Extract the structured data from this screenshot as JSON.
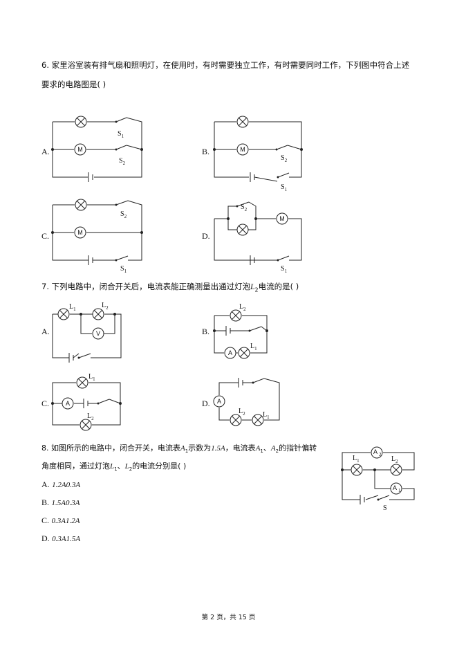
{
  "q6": {
    "text_line1": "6. 家里浴室装有排气扇和照明灯，在使用时，有时需要独立工作，有时需要同时工作，下列图中符合上述",
    "text_line2": "要求的电路图是(    )",
    "options": [
      "A.",
      "B.",
      "C.",
      "D."
    ],
    "labels": {
      "motor": "M",
      "switch": "S",
      "sub1": "1",
      "sub2": "2"
    }
  },
  "q7": {
    "text": "7. 下列电路中，闭合开关后，电流表能正确测量出通过灯泡",
    "lamp": "L",
    "lamp_sub": "2",
    "text_tail": "电流的是(    )",
    "options": [
      "A.",
      "B.",
      "C.",
      "D."
    ],
    "labels": {
      "lamp": "L",
      "sub1": "1",
      "sub2": "2",
      "voltmeter": "V",
      "ammeter": "A"
    }
  },
  "q8": {
    "line1_a": "8. 如图所示的电路中，闭合开关，电流表",
    "a1": "A",
    "a1_sub": "1",
    "line1_b": "示数为",
    "value": "1.5A",
    "line1_c": "，电流表",
    "line1_d": "、",
    "a2_sub": "2",
    "line1_e": "的指针偏转",
    "line2_a": "角度相同，通过灯泡",
    "l1": "L",
    "l_sub1": "1",
    "line2_b": "、",
    "l_sub2": "2",
    "line2_c": "的电流分别是(    )",
    "answers": [
      {
        "label": "A.",
        "value": "1.2A0.3A"
      },
      {
        "label": "B.",
        "value": "1.5A0.3A"
      },
      {
        "label": "C.",
        "value": "0.3A1.2A"
      },
      {
        "label": "D.",
        "value": "0.3A1.5A"
      }
    ],
    "labels": {
      "lamp": "L",
      "ammeter": "A",
      "switch": "S",
      "sub1": "1",
      "sub2": "2"
    }
  },
  "footer": "第 2 页，共 15 页"
}
